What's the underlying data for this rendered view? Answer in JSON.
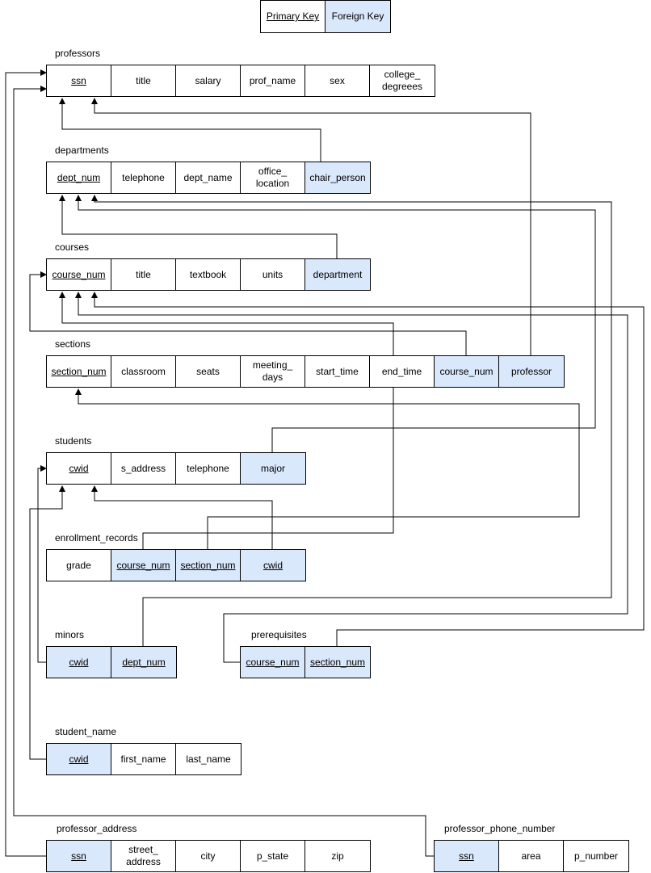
{
  "legend": {
    "primary_key": "Primary Key",
    "foreign_key": "Foreign Key"
  },
  "tables": [
    {
      "name": "professors",
      "columns": [
        {
          "label": "ssn",
          "pk": true,
          "fk": false
        },
        {
          "label": "title",
          "pk": false,
          "fk": false
        },
        {
          "label": "salary",
          "pk": false,
          "fk": false
        },
        {
          "label": "prof_name",
          "pk": false,
          "fk": false
        },
        {
          "label": "sex",
          "pk": false,
          "fk": false
        },
        {
          "label": "college_\ndegreees",
          "pk": false,
          "fk": false
        }
      ]
    },
    {
      "name": "departments",
      "columns": [
        {
          "label": "dept_num",
          "pk": true,
          "fk": false
        },
        {
          "label": "telephone",
          "pk": false,
          "fk": false
        },
        {
          "label": "dept_name",
          "pk": false,
          "fk": false
        },
        {
          "label": "office_\nlocation",
          "pk": false,
          "fk": false
        },
        {
          "label": "chair_person",
          "pk": false,
          "fk": true
        }
      ]
    },
    {
      "name": "courses",
      "columns": [
        {
          "label": "course_num",
          "pk": true,
          "fk": false
        },
        {
          "label": "title",
          "pk": false,
          "fk": false
        },
        {
          "label": "textbook",
          "pk": false,
          "fk": false
        },
        {
          "label": "units",
          "pk": false,
          "fk": false
        },
        {
          "label": "department",
          "pk": false,
          "fk": true
        }
      ]
    },
    {
      "name": "sections",
      "columns": [
        {
          "label": "section_num",
          "pk": true,
          "fk": false
        },
        {
          "label": "classroom",
          "pk": false,
          "fk": false
        },
        {
          "label": "seats",
          "pk": false,
          "fk": false
        },
        {
          "label": "meeting_\ndays",
          "pk": false,
          "fk": false
        },
        {
          "label": "start_time",
          "pk": false,
          "fk": false
        },
        {
          "label": "end_time",
          "pk": false,
          "fk": false
        },
        {
          "label": "course_num",
          "pk": false,
          "fk": true
        },
        {
          "label": "professor",
          "pk": false,
          "fk": true
        }
      ]
    },
    {
      "name": "students",
      "columns": [
        {
          "label": "cwid",
          "pk": true,
          "fk": false
        },
        {
          "label": "s_address",
          "pk": false,
          "fk": false
        },
        {
          "label": "telephone",
          "pk": false,
          "fk": false
        },
        {
          "label": "major",
          "pk": false,
          "fk": true
        }
      ]
    },
    {
      "name": "enrollment_records",
      "columns": [
        {
          "label": "grade",
          "pk": false,
          "fk": false
        },
        {
          "label": "course_num",
          "pk": true,
          "fk": true
        },
        {
          "label": "section_num",
          "pk": true,
          "fk": true
        },
        {
          "label": "cwid",
          "pk": true,
          "fk": true
        }
      ]
    },
    {
      "name": "minors",
      "columns": [
        {
          "label": "cwid",
          "pk": true,
          "fk": true
        },
        {
          "label": "dept_num",
          "pk": true,
          "fk": true
        }
      ]
    },
    {
      "name": "prerequisites",
      "columns": [
        {
          "label": "course_num",
          "pk": true,
          "fk": true
        },
        {
          "label": "section_num",
          "pk": true,
          "fk": true
        }
      ]
    },
    {
      "name": "student_name",
      "columns": [
        {
          "label": "cwid",
          "pk": true,
          "fk": true
        },
        {
          "label": "first_name",
          "pk": false,
          "fk": false
        },
        {
          "label": "last_name",
          "pk": false,
          "fk": false
        }
      ]
    },
    {
      "name": "professor_address",
      "columns": [
        {
          "label": "ssn",
          "pk": true,
          "fk": true
        },
        {
          "label": "street_\naddress",
          "pk": false,
          "fk": false
        },
        {
          "label": "city",
          "pk": false,
          "fk": false
        },
        {
          "label": "p_state",
          "pk": false,
          "fk": false
        },
        {
          "label": "zip",
          "pk": false,
          "fk": false
        }
      ]
    },
    {
      "name": "professor_phone_number",
      "columns": [
        {
          "label": "ssn",
          "pk": true,
          "fk": true
        },
        {
          "label": "area",
          "pk": false,
          "fk": false
        },
        {
          "label": "p_number",
          "pk": false,
          "fk": false
        }
      ]
    }
  ]
}
